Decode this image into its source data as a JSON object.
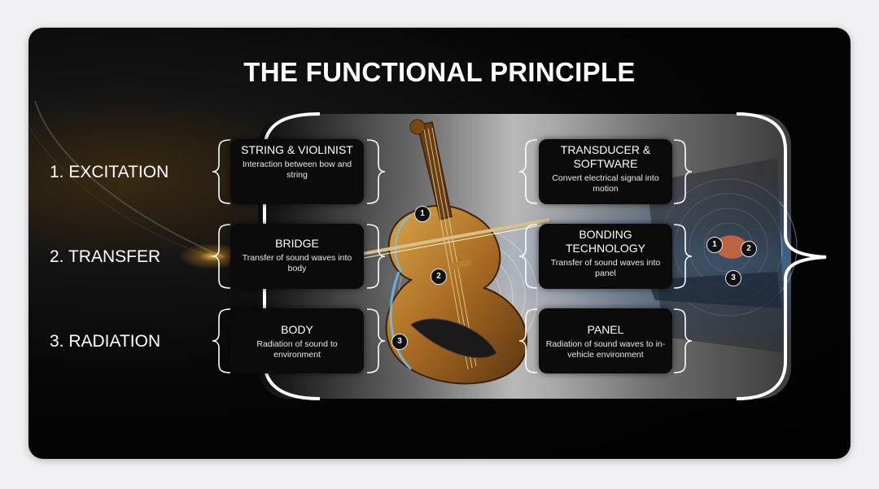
{
  "title": "THE FUNCTIONAL PRINCIPLE",
  "stages": [
    {
      "label": "1. EXCITATION"
    },
    {
      "label": "2. TRANSFER"
    },
    {
      "label": "3. RADIATION"
    }
  ],
  "violin_side": [
    {
      "title": "STRING & VIOLINIST",
      "desc": "Interaction between bow and string"
    },
    {
      "title": "BRIDGE",
      "desc": "Transfer of sound waves into body"
    },
    {
      "title": "BODY",
      "desc": "Radiation of sound to environment"
    }
  ],
  "vehicle_side": [
    {
      "title": "TRANSDUCER & SOFTWARE",
      "desc": "Convert electrical signal into motion"
    },
    {
      "title": "BONDING TECHNOLOGY",
      "desc": "Transfer of sound waves into panel"
    },
    {
      "title": "PANEL",
      "desc": "Radiation of sound waves to in-vehicle environment"
    }
  ],
  "violin_markers": [
    "1",
    "2",
    "3"
  ],
  "vehicle_markers": [
    "1",
    "2",
    "3"
  ],
  "colors": {
    "background": "#050505",
    "text": "#ffffff",
    "card": "#0b0b0b",
    "glow_blue": "#4aa8ff",
    "glow_amber": "#f0a020"
  }
}
